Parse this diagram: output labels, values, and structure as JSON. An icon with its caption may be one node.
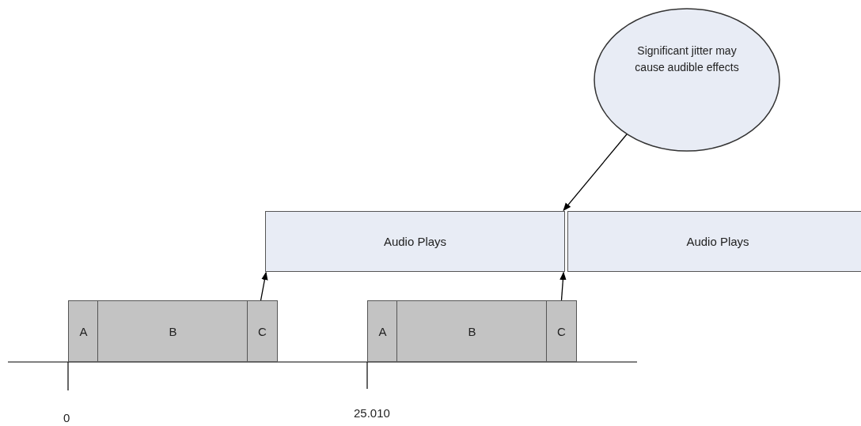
{
  "diagram": {
    "nodes": [
      {
        "text": [
          "Significant jitter may cause audible effects"
        ]
      },
      {
        "text": [
          "Audio Plays"
        ]
      },
      {
        "text": [
          "Audio Plays"
        ]
      },
      {
        "text": [
          "A"
        ]
      },
      {
        "text": [
          "B"
        ]
      },
      {
        "text": [
          "C"
        ]
      },
      {
        "text": [
          "A"
        ]
      },
      {
        "text": [
          "B"
        ]
      },
      {
        "text": [
          "C"
        ]
      }
    ],
    "edges": [
      {
        "from": 0,
        "to": 1,
        "arrow": "to"
      },
      {
        "from": 5,
        "to": 1,
        "arrow": "to"
      },
      {
        "from": 8,
        "to": 1,
        "arrow": "to"
      }
    ],
    "labels": [
      "0",
      "25.010"
    ]
  }
}
